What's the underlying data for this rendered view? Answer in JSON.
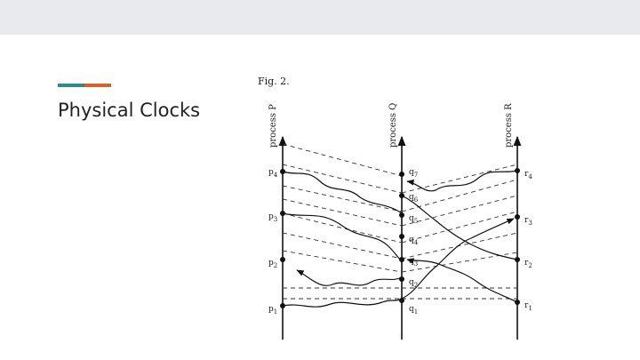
{
  "slide": {
    "title": "Physical Clocks",
    "accent_colors": [
      "#2e8b8b",
      "#d4622a"
    ]
  },
  "figure": {
    "caption": "Fig. 2.",
    "processes": [
      "process P",
      "process Q",
      "process R"
    ],
    "events": {
      "P": [
        "p1",
        "p2",
        "p3",
        "p4"
      ],
      "Q": [
        "q1",
        "q2",
        "q3",
        "q4",
        "q5",
        "q6",
        "q7"
      ],
      "R": [
        "r1",
        "r2",
        "r3",
        "r4"
      ]
    },
    "labels": {
      "p1": "p",
      "p1_sub": "1",
      "p2": "p",
      "p2_sub": "2",
      "p3": "p",
      "p3_sub": "3",
      "p4": "p",
      "p4_sub": "4",
      "q1": "q",
      "q1_sub": "1",
      "q2": "q",
      "q2_sub": "2",
      "q3": "q",
      "q3_sub": "3",
      "q4": "q",
      "q4_sub": "4",
      "q5": "q",
      "q5_sub": "5",
      "q6": "q",
      "q6_sub": "6",
      "q7": "q",
      "q7_sub": "7",
      "r1": "r",
      "r1_sub": "1",
      "r2": "r",
      "r2_sub": "2",
      "r3": "r",
      "r3_sub": "3",
      "r4": "r",
      "r4_sub": "4"
    }
  }
}
